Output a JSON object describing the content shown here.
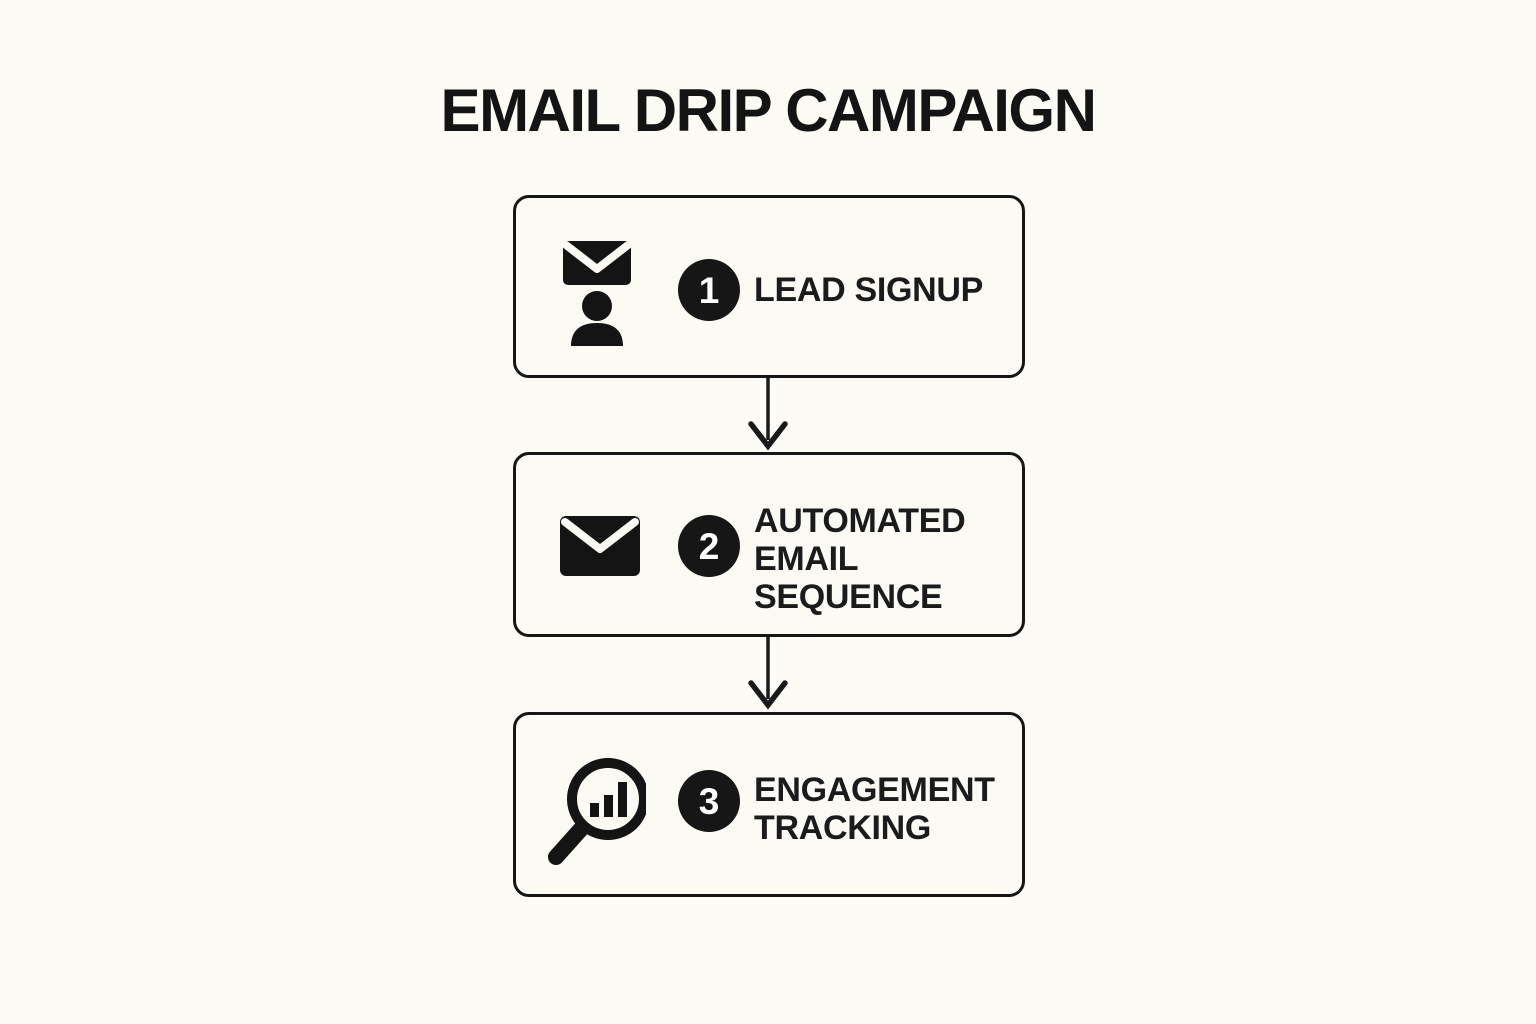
{
  "title": "EMAIL DRIP CAMPAIGN",
  "colors": {
    "background": "#FCFBF6",
    "box_fill": "#FBFAF5",
    "box_border": "#161616",
    "text": "#1B1B1B",
    "badge_background": "#161616",
    "badge_text": "#FFFFFF",
    "icon": "#141414",
    "arrow": "#1A1A1A"
  },
  "steps": [
    {
      "number": "1",
      "label": "LEAD SIGNUP",
      "lines": [
        "LEAD SIGNUP"
      ],
      "icon": "envelope-person-icon"
    },
    {
      "number": "2",
      "label": "AUTOMATED EMAIL SEQUENCE",
      "lines": [
        "AUTOMATED",
        "EMAIL",
        "SEQUENCE"
      ],
      "icon": "envelope-icon"
    },
    {
      "number": "3",
      "label": "ENGAGEMENT TRACKING",
      "lines": [
        "ENGAGEMENT",
        "TRACKING"
      ],
      "icon": "magnifier-bar-chart-icon"
    }
  ],
  "connectors": [
    {
      "from_step": "1",
      "to_step": "2",
      "direction": "down"
    },
    {
      "from_step": "2",
      "to_step": "3",
      "direction": "down"
    }
  ]
}
